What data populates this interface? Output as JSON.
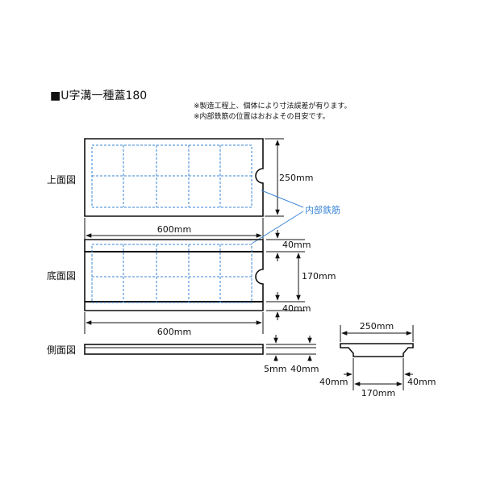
{
  "title": "■U字溝一種蓋180",
  "notes": [
    "※製造工程上、個体により寸法誤差が有ります。",
    "※内部鉄筋の位置はおおよその目安です。"
  ],
  "views": {
    "top": "上面図",
    "bottom": "底面図",
    "side": "側面図"
  },
  "rebar_label": "内部鉄筋",
  "dimensions": {
    "top_width": "600mm",
    "top_height": "250mm",
    "bottom_width": "600mm",
    "bottom_edge_top": "40mm",
    "bottom_middle": "170mm",
    "bottom_edge_bottom": "40mm",
    "side_thickness": "5mm",
    "side_height": "40mm",
    "section_width": "250mm",
    "section_left": "40mm",
    "section_middle": "170mm",
    "section_right": "40mm"
  },
  "colors": {
    "outline": "#111111",
    "rebar": "#3a86d6",
    "rebar_label": "#3a86d6"
  }
}
